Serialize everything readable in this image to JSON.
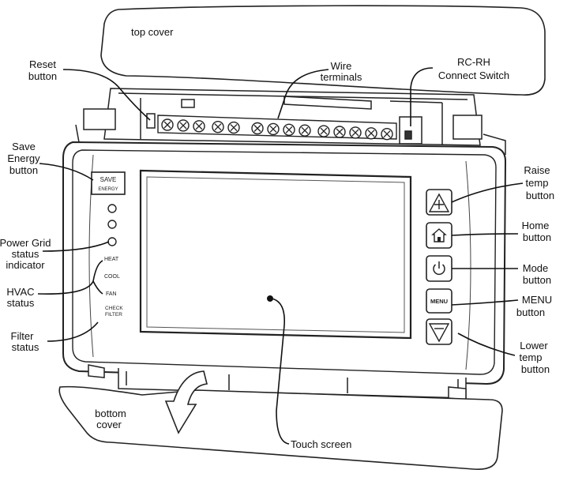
{
  "labels": {
    "top_cover": "top cover",
    "bottom_cover_1": "bottom",
    "bottom_cover_2": "cover",
    "reset_1": "Reset",
    "reset_2": "button",
    "wire_1": "Wire",
    "wire_2": "terminals",
    "rcrh_1": "RC-RH",
    "rcrh_2": "Connect Switch",
    "save_1": "Save",
    "save_2": "Energy",
    "save_3": "button",
    "grid_1": "Power Grid",
    "grid_2": "status",
    "grid_3": "indicator",
    "hvac_1": "HVAC",
    "hvac_2": "status",
    "filter_1": "Filter",
    "filter_2": "status",
    "raise_1": "Raise",
    "raise_2": "temp",
    "raise_3": "button",
    "home_1": "Home",
    "home_2": "button",
    "mode_1": "Mode",
    "mode_2": "button",
    "menu_1": "MENU",
    "menu_2": "button",
    "lower_1": "Lower",
    "lower_2": "temp",
    "lower_3": "button",
    "touch": "Touch screen"
  },
  "device": {
    "save_top": "SAVE",
    "save_bottom": "ENERGY",
    "heat": "HEAT",
    "cool": "COOL",
    "fan": "FAN",
    "check": "CHECK",
    "filter": "FILTER",
    "menu": "MENU"
  }
}
